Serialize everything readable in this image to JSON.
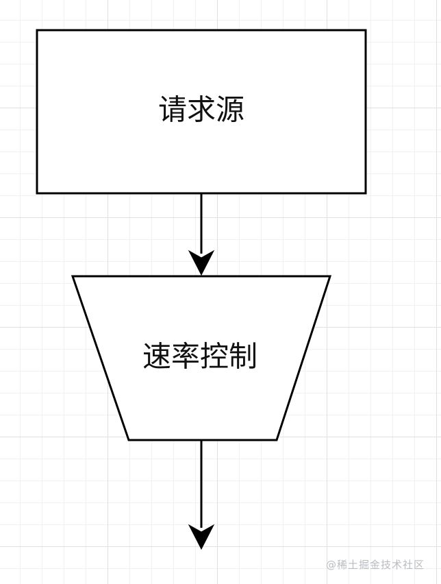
{
  "nodes": {
    "source": {
      "label": "请求源"
    },
    "rate_control": {
      "label": "速率控制"
    }
  },
  "colors": {
    "stroke": "#000000",
    "fill": "#ffffff",
    "grid_major": "#dde1e6",
    "grid_minor": "#f0f2f5",
    "watermark": "#b8bcc2"
  },
  "watermark": {
    "text": "@稀土掘金技术社区"
  }
}
